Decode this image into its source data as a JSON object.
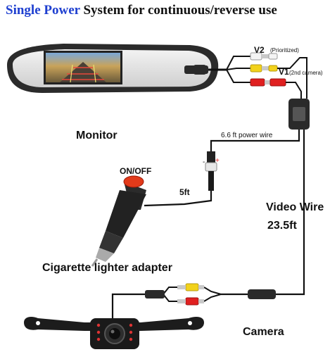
{
  "title": {
    "accent_text": "Single Power",
    "rest_text": " System for continuous/reverse use",
    "accent_color": "#1e3fd0"
  },
  "labels": {
    "monitor": "Monitor",
    "v2": "V2",
    "v2_note": "(Prioritized)",
    "v1": "V1",
    "v1_note": "(2nd camera)",
    "power_wire": "6.6 ft power wire",
    "on_off": "ON/OFF",
    "five_ft": "5ft",
    "minus": "-",
    "plus": "+",
    "video_wire_line1": "Video  Wire",
    "video_wire_line2": "23.5ft",
    "cig_adapter": "Cigarette lighter adapter",
    "camera": "Camera"
  },
  "colors": {
    "rca_yellow": "#f2d21b",
    "rca_red": "#e02020",
    "rca_white": "#f4f4f4",
    "button_red": "#e23a1a",
    "mirror_body": "#3a3a3a",
    "cable": "#111111"
  }
}
